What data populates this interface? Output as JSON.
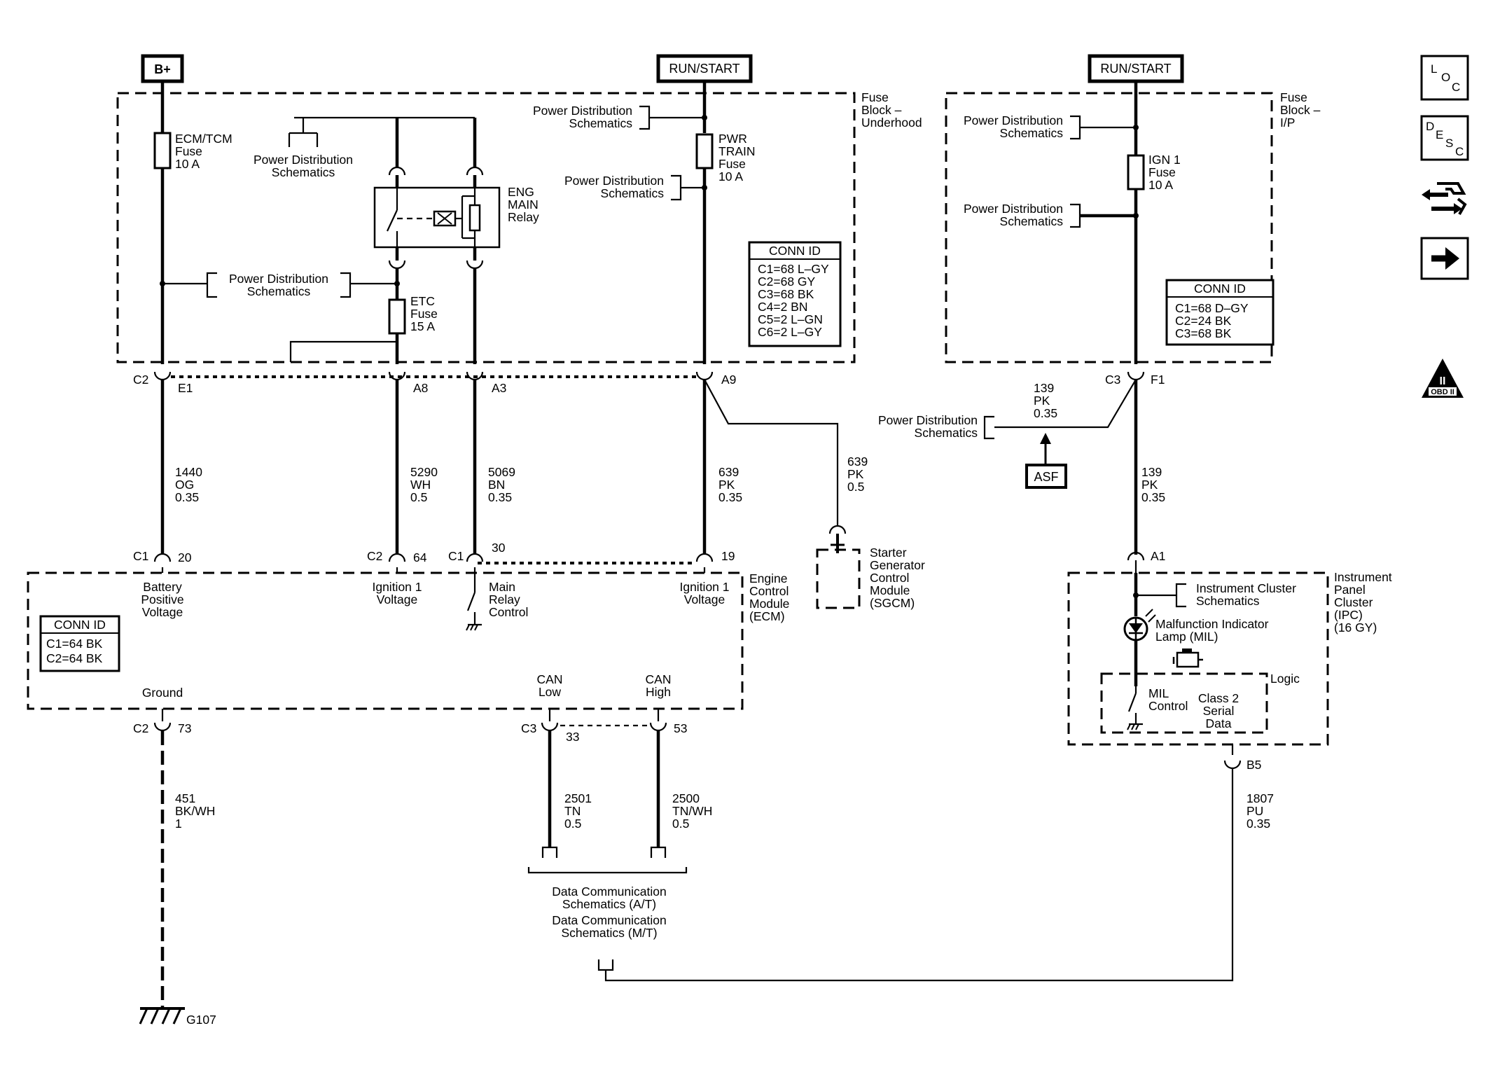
{
  "supplies": {
    "b_plus": "B+",
    "run_start_1": "RUN/START",
    "run_start_2": "RUN/START"
  },
  "fuse_block_underhood": {
    "title": [
      "Fuse",
      "Block –",
      "Underhood"
    ],
    "ecm_tcm_fuse": [
      "ECM/TCM",
      "Fuse",
      "10 A"
    ],
    "pwr_train_fuse": [
      "PWR",
      "TRAIN",
      "Fuse",
      "10 A"
    ],
    "etc_fuse": [
      "ETC",
      "Fuse",
      "15 A"
    ],
    "relay": [
      "ENG",
      "MAIN",
      "Relay"
    ],
    "power_dist_1": [
      "Power Distribution",
      "Schematics"
    ],
    "power_dist_2": [
      "Power Distribution",
      "Schematics"
    ],
    "power_dist_3": [
      "Power Distribution",
      "Schematics"
    ],
    "power_dist_4": [
      "Power Distribution",
      "Schematics"
    ],
    "conn_id_title": "CONN ID",
    "conn_id": [
      "C1=68 L–GY",
      "C2=68 GY",
      "C3=68 BK",
      "C4=2 BN",
      "C5=2 L–GN",
      "C6=2 L–GY"
    ]
  },
  "fuse_block_ip": {
    "title": [
      "Fuse",
      "Block –",
      "I/P"
    ],
    "ign1_fuse": [
      "IGN 1",
      "Fuse",
      "10 A"
    ],
    "power_dist_1": [
      "Power Distribution",
      "Schematics"
    ],
    "power_dist_2": [
      "Power Distribution",
      "Schematics"
    ],
    "conn_id_title": "CONN ID",
    "conn_id": [
      "C1=68 D–GY",
      "C2=24 BK",
      "C3=68 BK"
    ]
  },
  "connectors": {
    "c2": "C2",
    "e1": "E1",
    "a8": "A8",
    "a3": "A3",
    "a9": "A9",
    "c3": "C3",
    "f1": "F1",
    "ecm_c1": "C1",
    "pin_20": "20",
    "ecm_c2": "C2",
    "pin_64": "64",
    "ecm_c1b": "C1",
    "pin_30": "30",
    "pin_19": "19",
    "ground_c2": "C2",
    "pin_73": "73",
    "can_c3": "C3",
    "pin_33": "33",
    "pin_53": "53",
    "a1": "A1",
    "b5": "B5"
  },
  "wires": {
    "w1440": [
      "1440",
      "OG",
      "0.35"
    ],
    "w5290": [
      "5290",
      "WH",
      "0.5"
    ],
    "w5069": [
      "5069",
      "BN",
      "0.35"
    ],
    "w639a": [
      "639",
      "PK",
      "0.35"
    ],
    "w639b": [
      "639",
      "PK",
      "0.5"
    ],
    "w139a": [
      "139",
      "PK",
      "0.35"
    ],
    "w139b": [
      "139",
      "PK",
      "0.35"
    ],
    "w451": [
      "451",
      "BK/WH",
      "1"
    ],
    "w2501": [
      "2501",
      "TN",
      "0.5"
    ],
    "w2500": [
      "2500",
      "TN/WH",
      "0.5"
    ],
    "w1807": [
      "1807",
      "PU",
      "0.35"
    ]
  },
  "power_dist_mid": [
    "Power Distribution",
    "Schematics"
  ],
  "asf": "ASF",
  "sgcm": [
    "Starter",
    "Generator",
    "Control",
    "Module",
    "(SGCM)"
  ],
  "ecm": {
    "title": [
      "Engine",
      "Control",
      "Module",
      "(ECM)"
    ],
    "battery_positive": [
      "Battery",
      "Positive",
      "Voltage"
    ],
    "ignition_1a": [
      "Ignition 1",
      "Voltage"
    ],
    "main_relay_control": [
      "Main",
      "Relay",
      "Control"
    ],
    "ignition_1b": [
      "Ignition 1",
      "Voltage"
    ],
    "ground": "Ground",
    "can_low": [
      "CAN",
      "Low"
    ],
    "can_high": [
      "CAN",
      "High"
    ],
    "conn_id_title": "CONN ID",
    "conn_id": [
      "C1=64 BK",
      "C2=64 BK"
    ]
  },
  "data_comm": [
    "Data Communication",
    "Schematics (A/T)",
    "Data Communication",
    "Schematics (M/T)"
  ],
  "ground_label": "G107",
  "ipc": {
    "title": [
      "Instrument",
      "Panel",
      "Cluster",
      "(IPC)",
      "(16 GY)"
    ],
    "cluster_schematics": [
      "Instrument Cluster",
      "Schematics"
    ],
    "mil": [
      "Malfunction Indicator",
      "Lamp (MIL)"
    ],
    "logic": "Logic",
    "mil_control": [
      "MIL",
      "Control"
    ],
    "class2": [
      "Class 2",
      "Serial",
      "Data"
    ]
  },
  "side_icons": {
    "loc": [
      "L",
      "O",
      "C"
    ],
    "desc": [
      "D",
      "E",
      "S",
      "C"
    ],
    "obd": [
      "II",
      "OBD II"
    ],
    "icon_names": [
      "loc-icon",
      "desc-icon",
      "connector-view-icon",
      "next-arrow-icon",
      "obd-ii-icon"
    ]
  }
}
